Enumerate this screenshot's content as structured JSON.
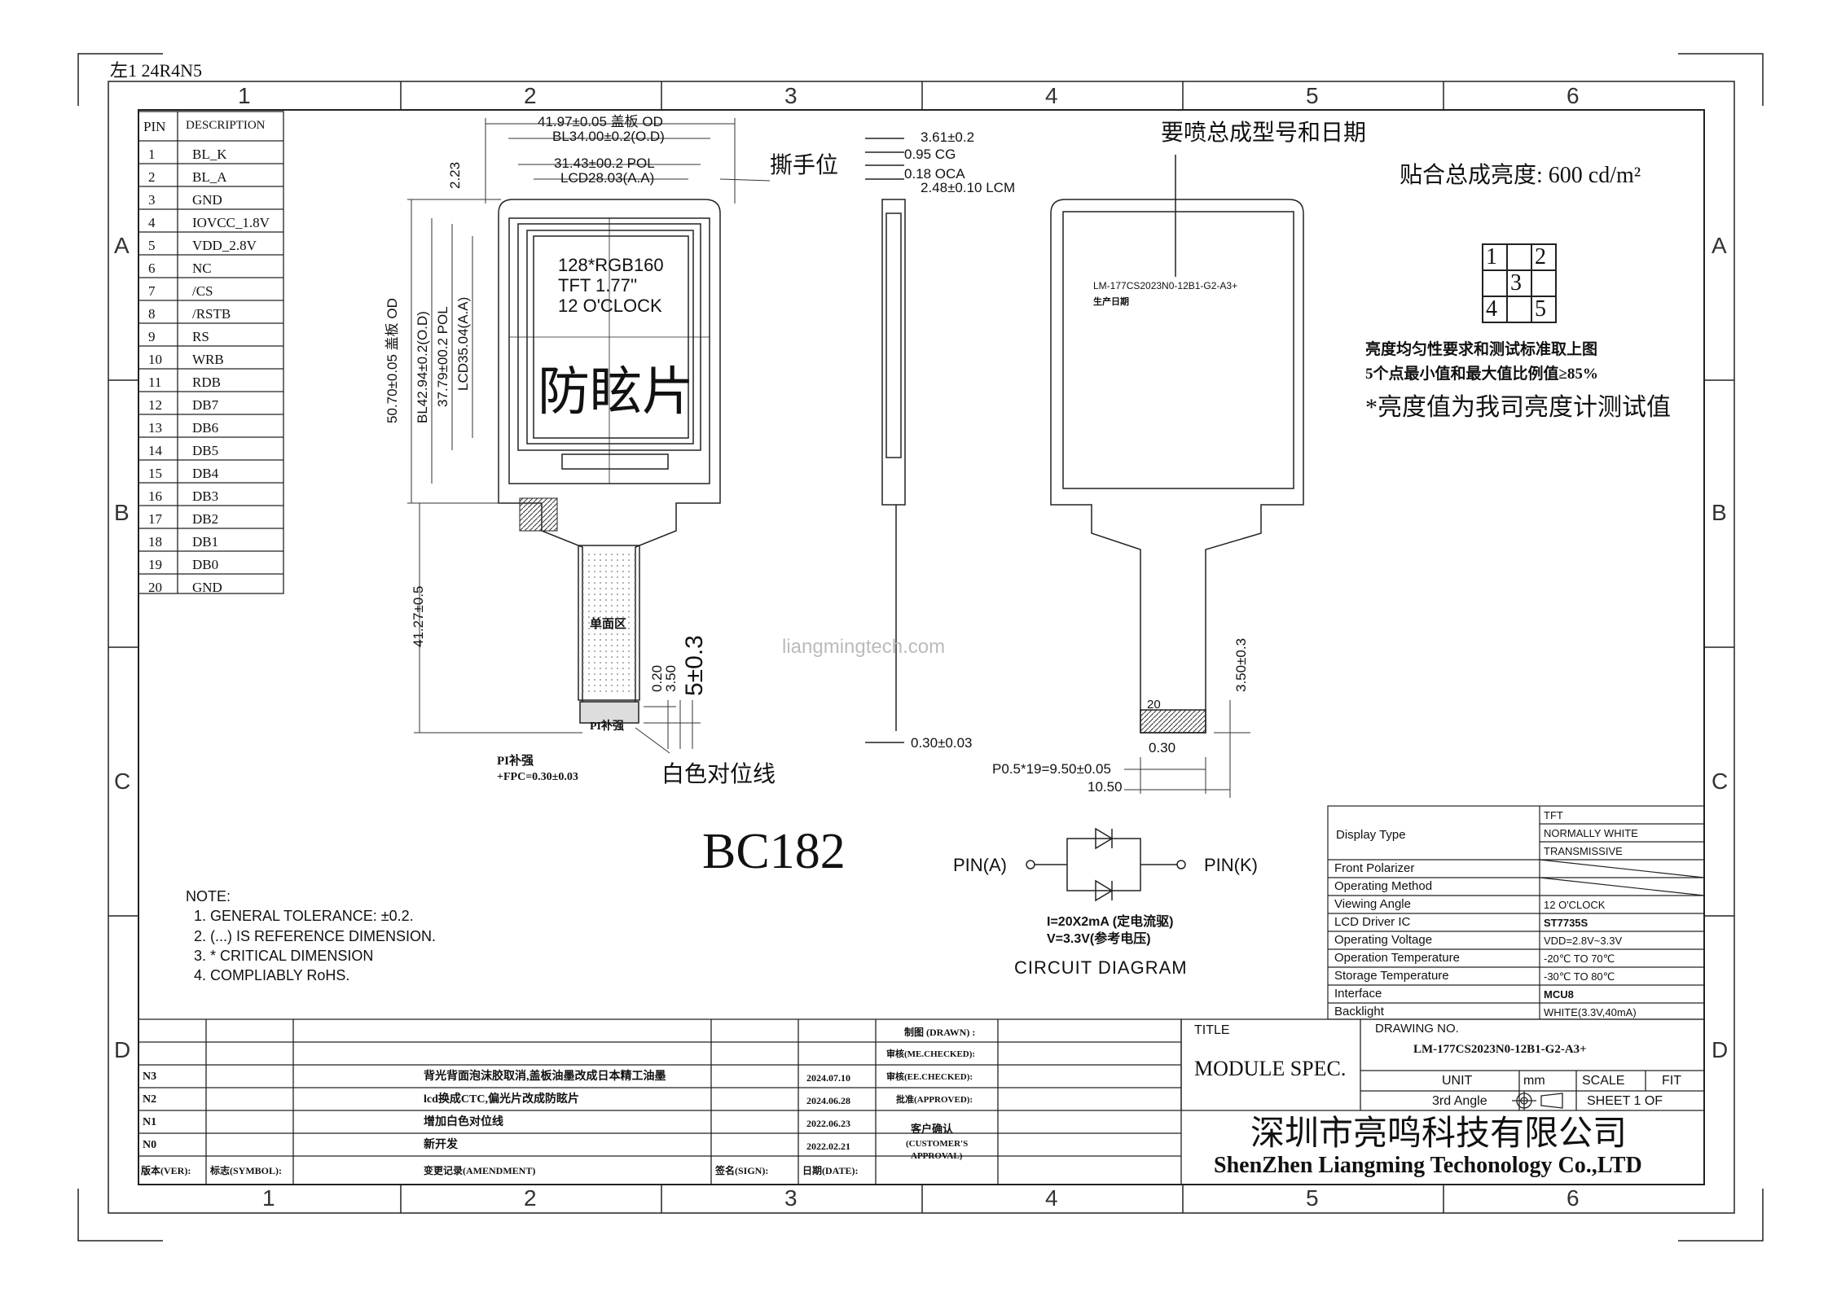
{
  "corner_label": "左1 24R4N5",
  "zones": {
    "columns": [
      "1",
      "2",
      "3",
      "4",
      "5",
      "6"
    ],
    "rows": [
      "A",
      "B",
      "C",
      "D"
    ]
  },
  "pin_table": {
    "headers": [
      "PIN",
      "DESCRIPTION"
    ],
    "rows": [
      [
        "1",
        "BL_K"
      ],
      [
        "2",
        "BL_A"
      ],
      [
        "3",
        "GND"
      ],
      [
        "4",
        "IOVCC_1.8V"
      ],
      [
        "5",
        "VDD_2.8V"
      ],
      [
        "6",
        "NC"
      ],
      [
        "7",
        "/CS"
      ],
      [
        "8",
        "/RSTB"
      ],
      [
        "9",
        "RS"
      ],
      [
        "10",
        "WRB"
      ],
      [
        "11",
        "RDB"
      ],
      [
        "12",
        "DB7"
      ],
      [
        "13",
        "DB6"
      ],
      [
        "14",
        "DB5"
      ],
      [
        "15",
        "DB4"
      ],
      [
        "16",
        "DB3"
      ],
      [
        "17",
        "DB2"
      ],
      [
        "18",
        "DB1"
      ],
      [
        "19",
        "DB0"
      ],
      [
        "20",
        "GND"
      ]
    ]
  },
  "front_view": {
    "dims_top": [
      "41.97±0.05 盖板 OD",
      "BL34.00±0.2(O.D)",
      "31.43±00.2 POL",
      "LCD28.03(A.A)"
    ],
    "dims_left": [
      "50.70±0.05 盖板 OD",
      "BL42.94±0.2(O.D)",
      "37.79±00.2 POL",
      "LCD35.04(A.A)",
      "2.23",
      "41.27±0.5"
    ],
    "screen_text": [
      "128*RGB160",
      "TFT   1.77''",
      "12  O'CLOCK"
    ],
    "screen_big": "防眩片",
    "tear_label": "撕手位",
    "fpc_label": "单面区",
    "pi_label": "PI补强",
    "pi_note_1": "PI补强",
    "pi_note_2": "+FPC=0.30±0.03",
    "white_line": "白色对位线",
    "fpc_dims": [
      "0.20",
      "3.50",
      "5±0.3"
    ]
  },
  "side_view": {
    "dims": [
      "3.61±0.2",
      "0.95 CG",
      "0.18 OCA",
      "2.48±0.10 LCM",
      "0.30±0.03"
    ]
  },
  "back_view": {
    "heading": "要喷总成型号和日期",
    "model_text": "LM-177CS2023N0-12B1-G2-A3+",
    "date_text": "生产日期",
    "pin20": "20",
    "dims": [
      "3.50±0.3",
      "0.30",
      "P0.5*19=9.50±0.05",
      "10.50"
    ]
  },
  "brightness": {
    "title": "贴合总成亮度: 600 cd/m²",
    "grid": [
      "1",
      "2",
      "3",
      "4",
      "5"
    ],
    "note1": "亮度均匀性要求和测试标准取上图",
    "note2": "5个点最小值和最大值比例值≥85%",
    "note3": "*亮度值为我司亮度计测试值"
  },
  "watermark": "liangmingtech.com",
  "model_big": "BC182",
  "circuit": {
    "pin_a": "PIN(A)",
    "pin_k": "PIN(K)",
    "current": "I=20X2mA (定电流驱)",
    "voltage": "V=3.3V(参考电压)",
    "title": "CIRCUIT  DIAGRAM"
  },
  "notes": {
    "title": "NOTE:",
    "items": [
      "1. GENERAL  TOLERANCE: ±0.2.",
      "2. (...) IS  REFERENCE  DIMENSION.",
      "3. * CRITICAL  DIMENSION",
      "4. COMPLIABLY  RoHS."
    ]
  },
  "spec_table": {
    "rows": [
      {
        "label": "Display Type",
        "values": [
          "TFT",
          "NORMALLY WHITE",
          "TRANSMISSIVE"
        ]
      },
      {
        "label": "Front Polarizer",
        "values": [
          ""
        ]
      },
      {
        "label": "Operating Method",
        "values": [
          ""
        ]
      },
      {
        "label": "Viewing Angle",
        "values": [
          "12 O'CLOCK"
        ]
      },
      {
        "label": "LCD Driver IC",
        "values": [
          "ST7735S"
        ]
      },
      {
        "label": "Operating Voltage",
        "values": [
          "VDD=2.8V~3.3V"
        ]
      },
      {
        "label": "Operation Temperature",
        "values": [
          "-20℃ TO 70℃"
        ]
      },
      {
        "label": "Storage Temperature",
        "values": [
          "-30℃ TO 80℃"
        ]
      },
      {
        "label": "Interface",
        "values": [
          "MCU8"
        ]
      },
      {
        "label": "Backlight",
        "values": [
          "WHITE(3.3V,40mA)"
        ]
      }
    ]
  },
  "revisions": {
    "rows": [
      {
        "ver": "N3",
        "desc": "背光背面泡沫胶取消,盖板油墨改成日本精工油墨",
        "date": "2024.07.10"
      },
      {
        "ver": "N2",
        "desc": "lcd换成CTC,偏光片改成防眩片",
        "date": "2024.06.28"
      },
      {
        "ver": "N1",
        "desc": "增加白色对位线",
        "date": "2022.06.23"
      },
      {
        "ver": "N0",
        "desc": "新开发",
        "date": "2022.02.21"
      }
    ],
    "footer": {
      "ver": "版本(VER):",
      "symbol": "标志(SYMBOL):",
      "amend": "变更记录(AMENDMENT)",
      "sign": "签名(SIGN):",
      "date": "日期(DATE):"
    }
  },
  "approvals": {
    "drawn": "制图 (DRAWN) :",
    "checked_me": "审核(ME.CHECKED):",
    "checked_ee": "审核(EE.CHECKED):",
    "approved": "批准(APPROVED):",
    "customer_1": "客户确认",
    "customer_2": "(CUSTOMER'S",
    "customer_3": "APPROVAL)"
  },
  "title_block": {
    "title_label": "TITLE",
    "title": "MODULE  SPEC.",
    "drawing_no_label": "DRAWING  NO.",
    "drawing_no": "LM-177CS2023N0-12B1-G2-A3+",
    "unit_label": "UNIT",
    "unit": "mm",
    "scale_label": "SCALE",
    "scale": "FIT",
    "angle": "3rd  Angle",
    "sheet": "SHEET    1 OF",
    "company_cn": "深圳市亮鸣科技有限公司",
    "company_en": "ShenZhen Liangming Techonology Co.,LTD"
  }
}
